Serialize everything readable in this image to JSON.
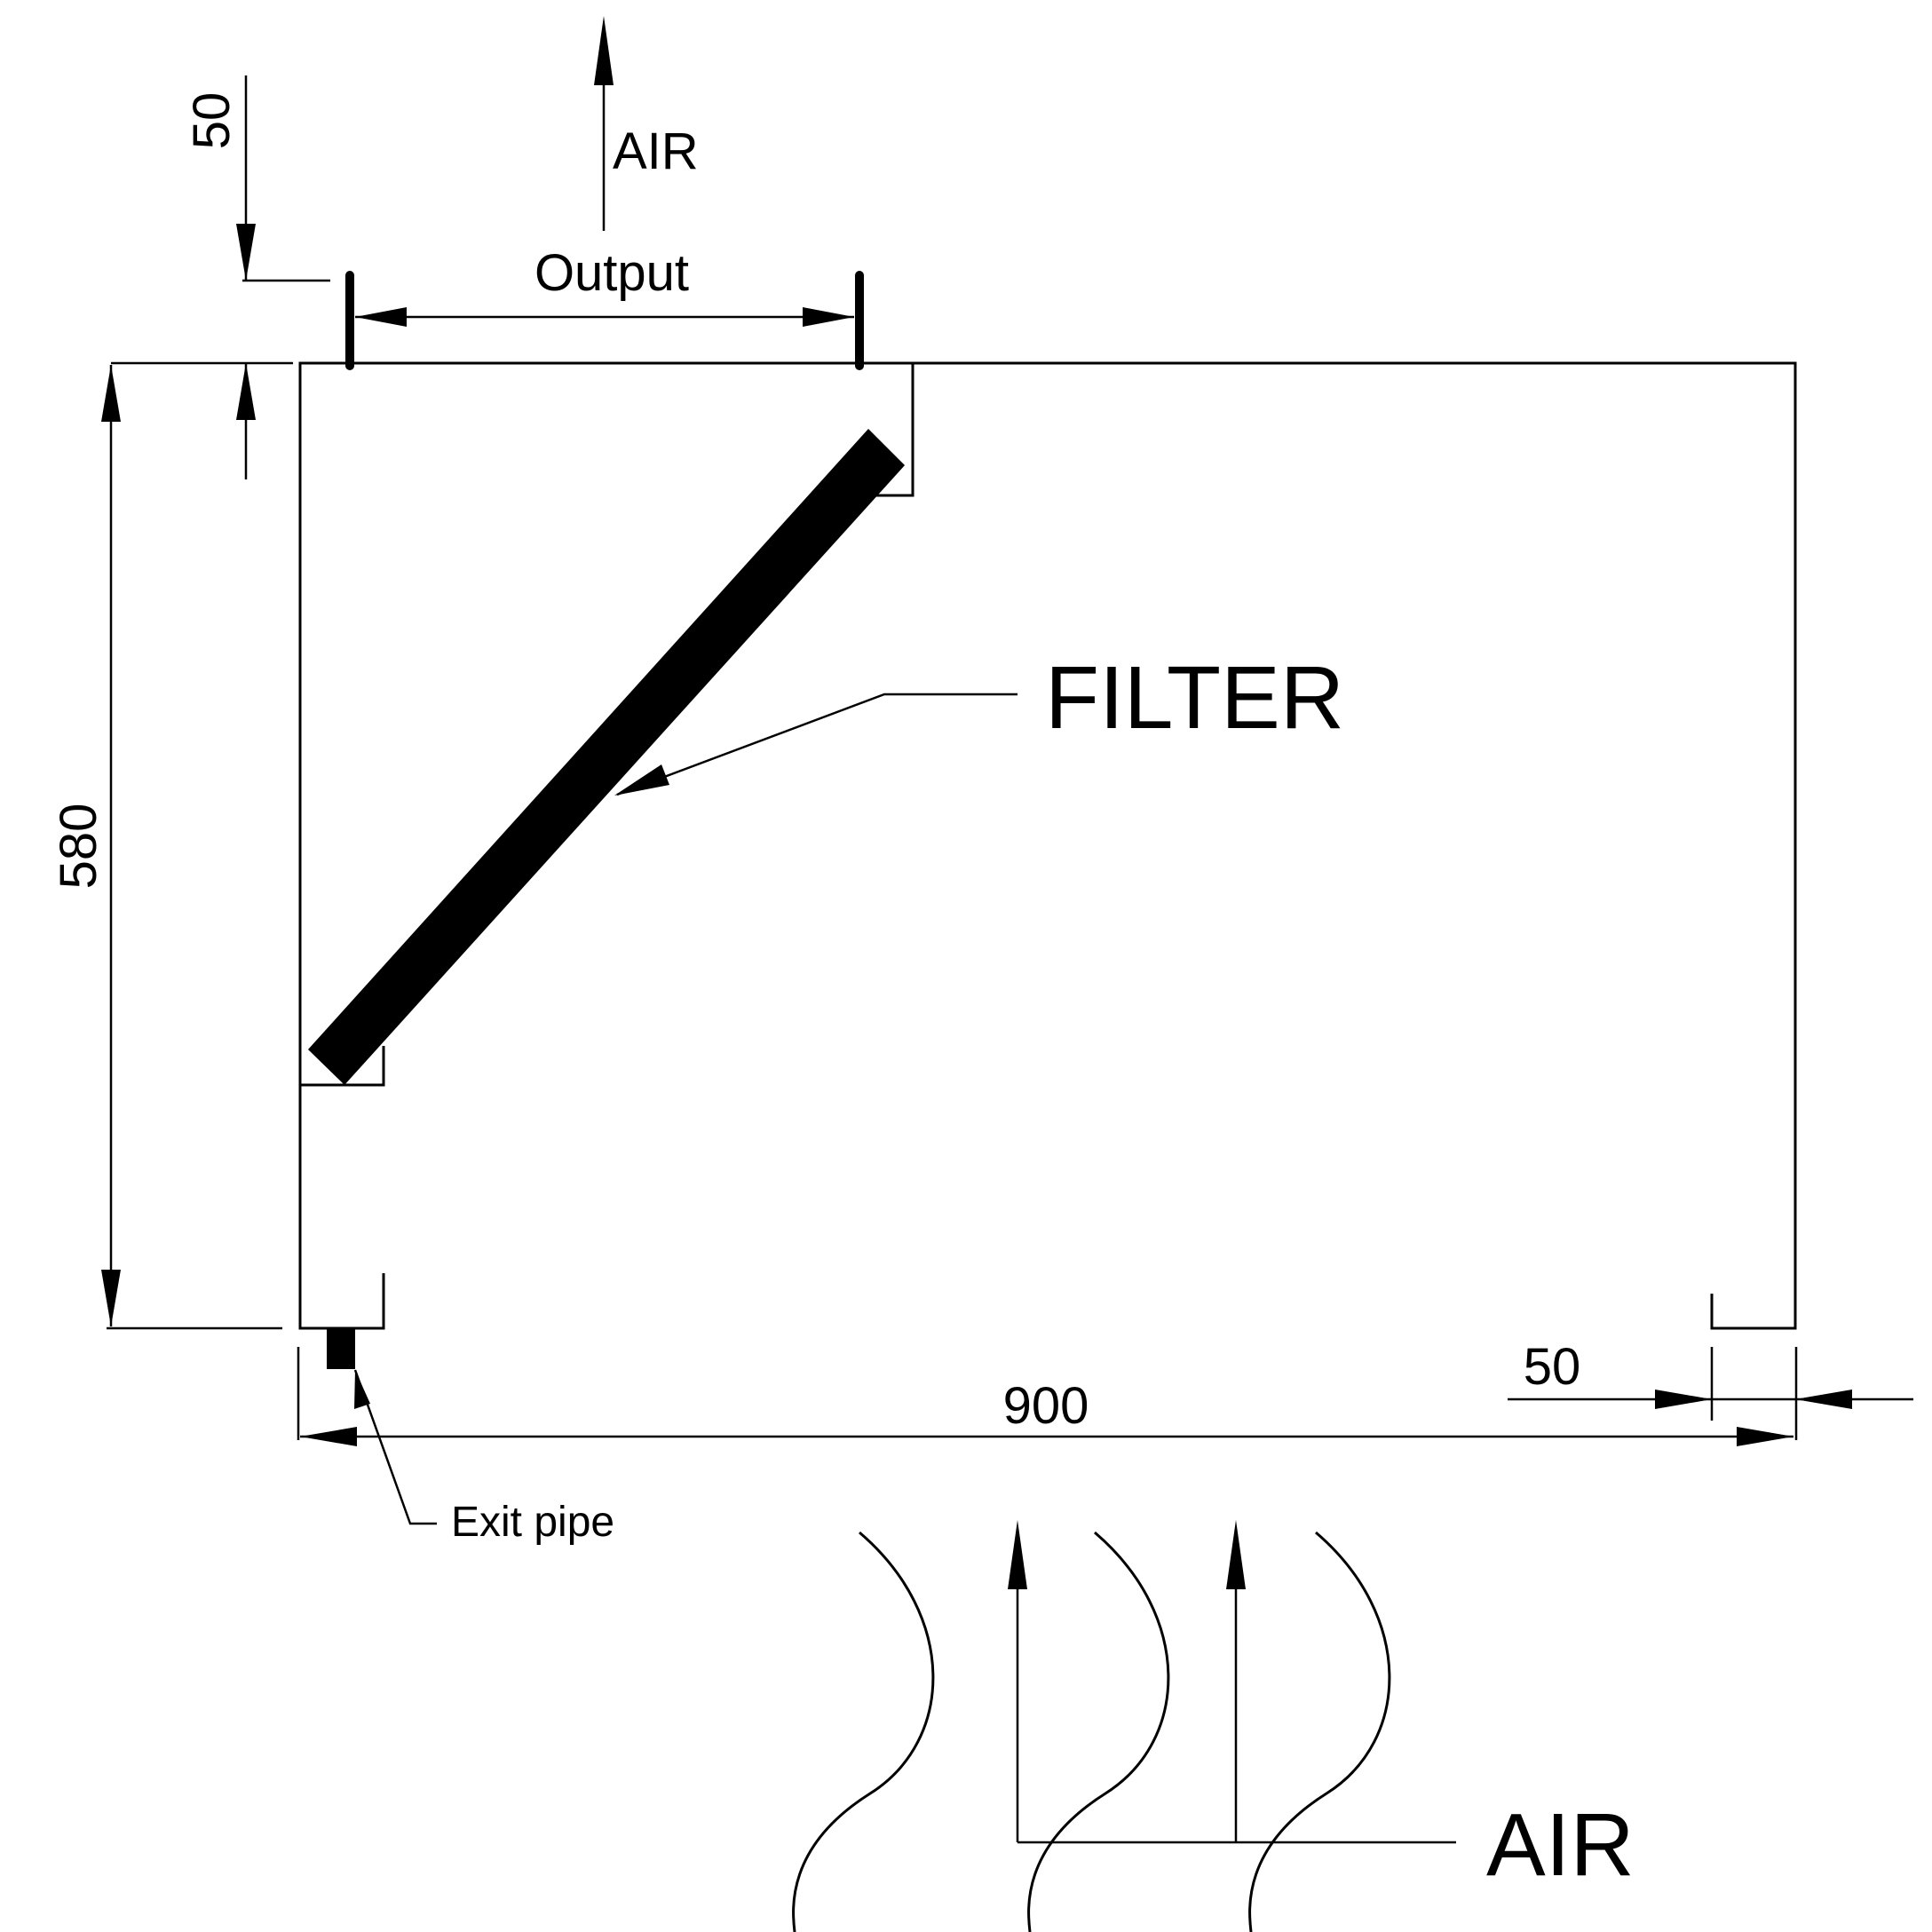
{
  "labels": {
    "air_top": "AIR",
    "output": "Output",
    "filter": "FILTER",
    "air_bottom": "AIR",
    "exit_pipe": "Exit pipe"
  },
  "dimensions": {
    "top_gap": "50",
    "height": "580",
    "width": "900",
    "right_gap": "50"
  }
}
